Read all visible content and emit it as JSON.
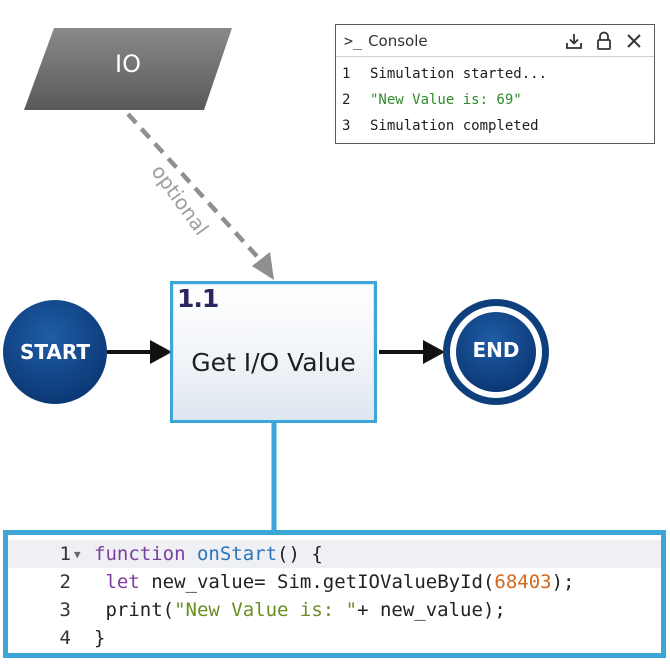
{
  "diagram": {
    "io_node": {
      "label": "IO"
    },
    "optional_edge": {
      "label": "optional"
    },
    "start_event": {
      "label": "START"
    },
    "end_event": {
      "label": "END"
    },
    "task": {
      "id": "1.1",
      "title": "Get I/O Value"
    }
  },
  "console": {
    "title": "Console",
    "prompt_glyph": ">_",
    "icons": [
      "download-icon",
      "lock-icon",
      "close-icon"
    ],
    "lines": [
      {
        "num": "1",
        "text": "Simulation started...",
        "color": "#1d1d1d"
      },
      {
        "num": "2",
        "text": "\"New Value is: 69\"",
        "color": "#2e8b2e"
      },
      {
        "num": "3",
        "text": "Simulation completed",
        "color": "#1d1d1d"
      }
    ]
  },
  "code_editor": {
    "lines": [
      {
        "num": "1",
        "tokens": [
          {
            "t": "function",
            "c": "kw"
          },
          {
            "t": " ",
            "c": "plain"
          },
          {
            "t": "onStart",
            "c": "fn"
          },
          {
            "t": "() {",
            "c": "plain"
          }
        ]
      },
      {
        "num": "2",
        "tokens": [
          {
            "t": " ",
            "c": "plain"
          },
          {
            "t": "let",
            "c": "kw"
          },
          {
            "t": " new_value= Sim.getIOValueById(",
            "c": "plain"
          },
          {
            "t": "68403",
            "c": "num"
          },
          {
            "t": ");",
            "c": "plain"
          }
        ]
      },
      {
        "num": "3",
        "tokens": [
          {
            "t": " print(",
            "c": "plain"
          },
          {
            "t": "\"New Value is: \"",
            "c": "str"
          },
          {
            "t": "+ new_value);",
            "c": "plain"
          }
        ]
      },
      {
        "num": "4",
        "tokens": [
          {
            "t": "}",
            "c": "plain"
          }
        ]
      }
    ]
  },
  "colors": {
    "accent_blue": "#3ea6d6",
    "event_navy": "#0d3f7d",
    "io_gray": "#6f6f6f",
    "task_id": "#2b2660"
  }
}
